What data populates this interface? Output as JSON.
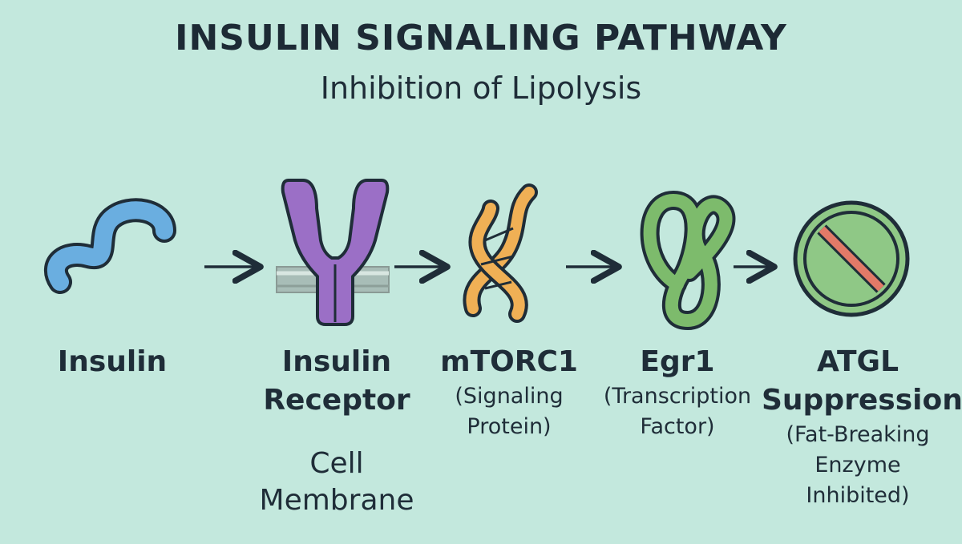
{
  "header": {
    "title": "INSULIN SIGNALING PATHWAY",
    "subtitle": "Inhibition of Lipolysis"
  },
  "nodes": [
    {
      "icon": "insulin-icon",
      "label": "Insulin",
      "sublabel": ""
    },
    {
      "icon": "receptor-icon",
      "label": "Insulin Receptor",
      "label_line1": "Insulin",
      "label_line2": "Receptor"
    },
    {
      "icon": "helix-icon",
      "label": "mTORC1",
      "sublabel_line1": "(Signaling",
      "sublabel_line2": "Protein)"
    },
    {
      "icon": "coil-icon",
      "label": "Egr1",
      "sublabel_line1": "(Transcription",
      "sublabel_line2": "Factor)"
    },
    {
      "icon": "prohibition-icon",
      "label_line1": "ATGL",
      "label_line2": "Suppression",
      "sublabel_line1": "(Fat-Breaking",
      "sublabel_line2": "Enzyme",
      "sublabel_line3": "Inhibited)"
    }
  ],
  "membrane": {
    "line1": "Cell",
    "line2": "Membrane"
  },
  "colors": {
    "background": "#c3e8dd",
    "insulin": "#6aaee0",
    "receptor": "#9b6fc6",
    "helix": "#f0b055",
    "coil": "#7dbb6c",
    "prohibition_fill": "#8fc886",
    "prohibition_bar": "#e27a68",
    "outline": "#1f2d38"
  }
}
